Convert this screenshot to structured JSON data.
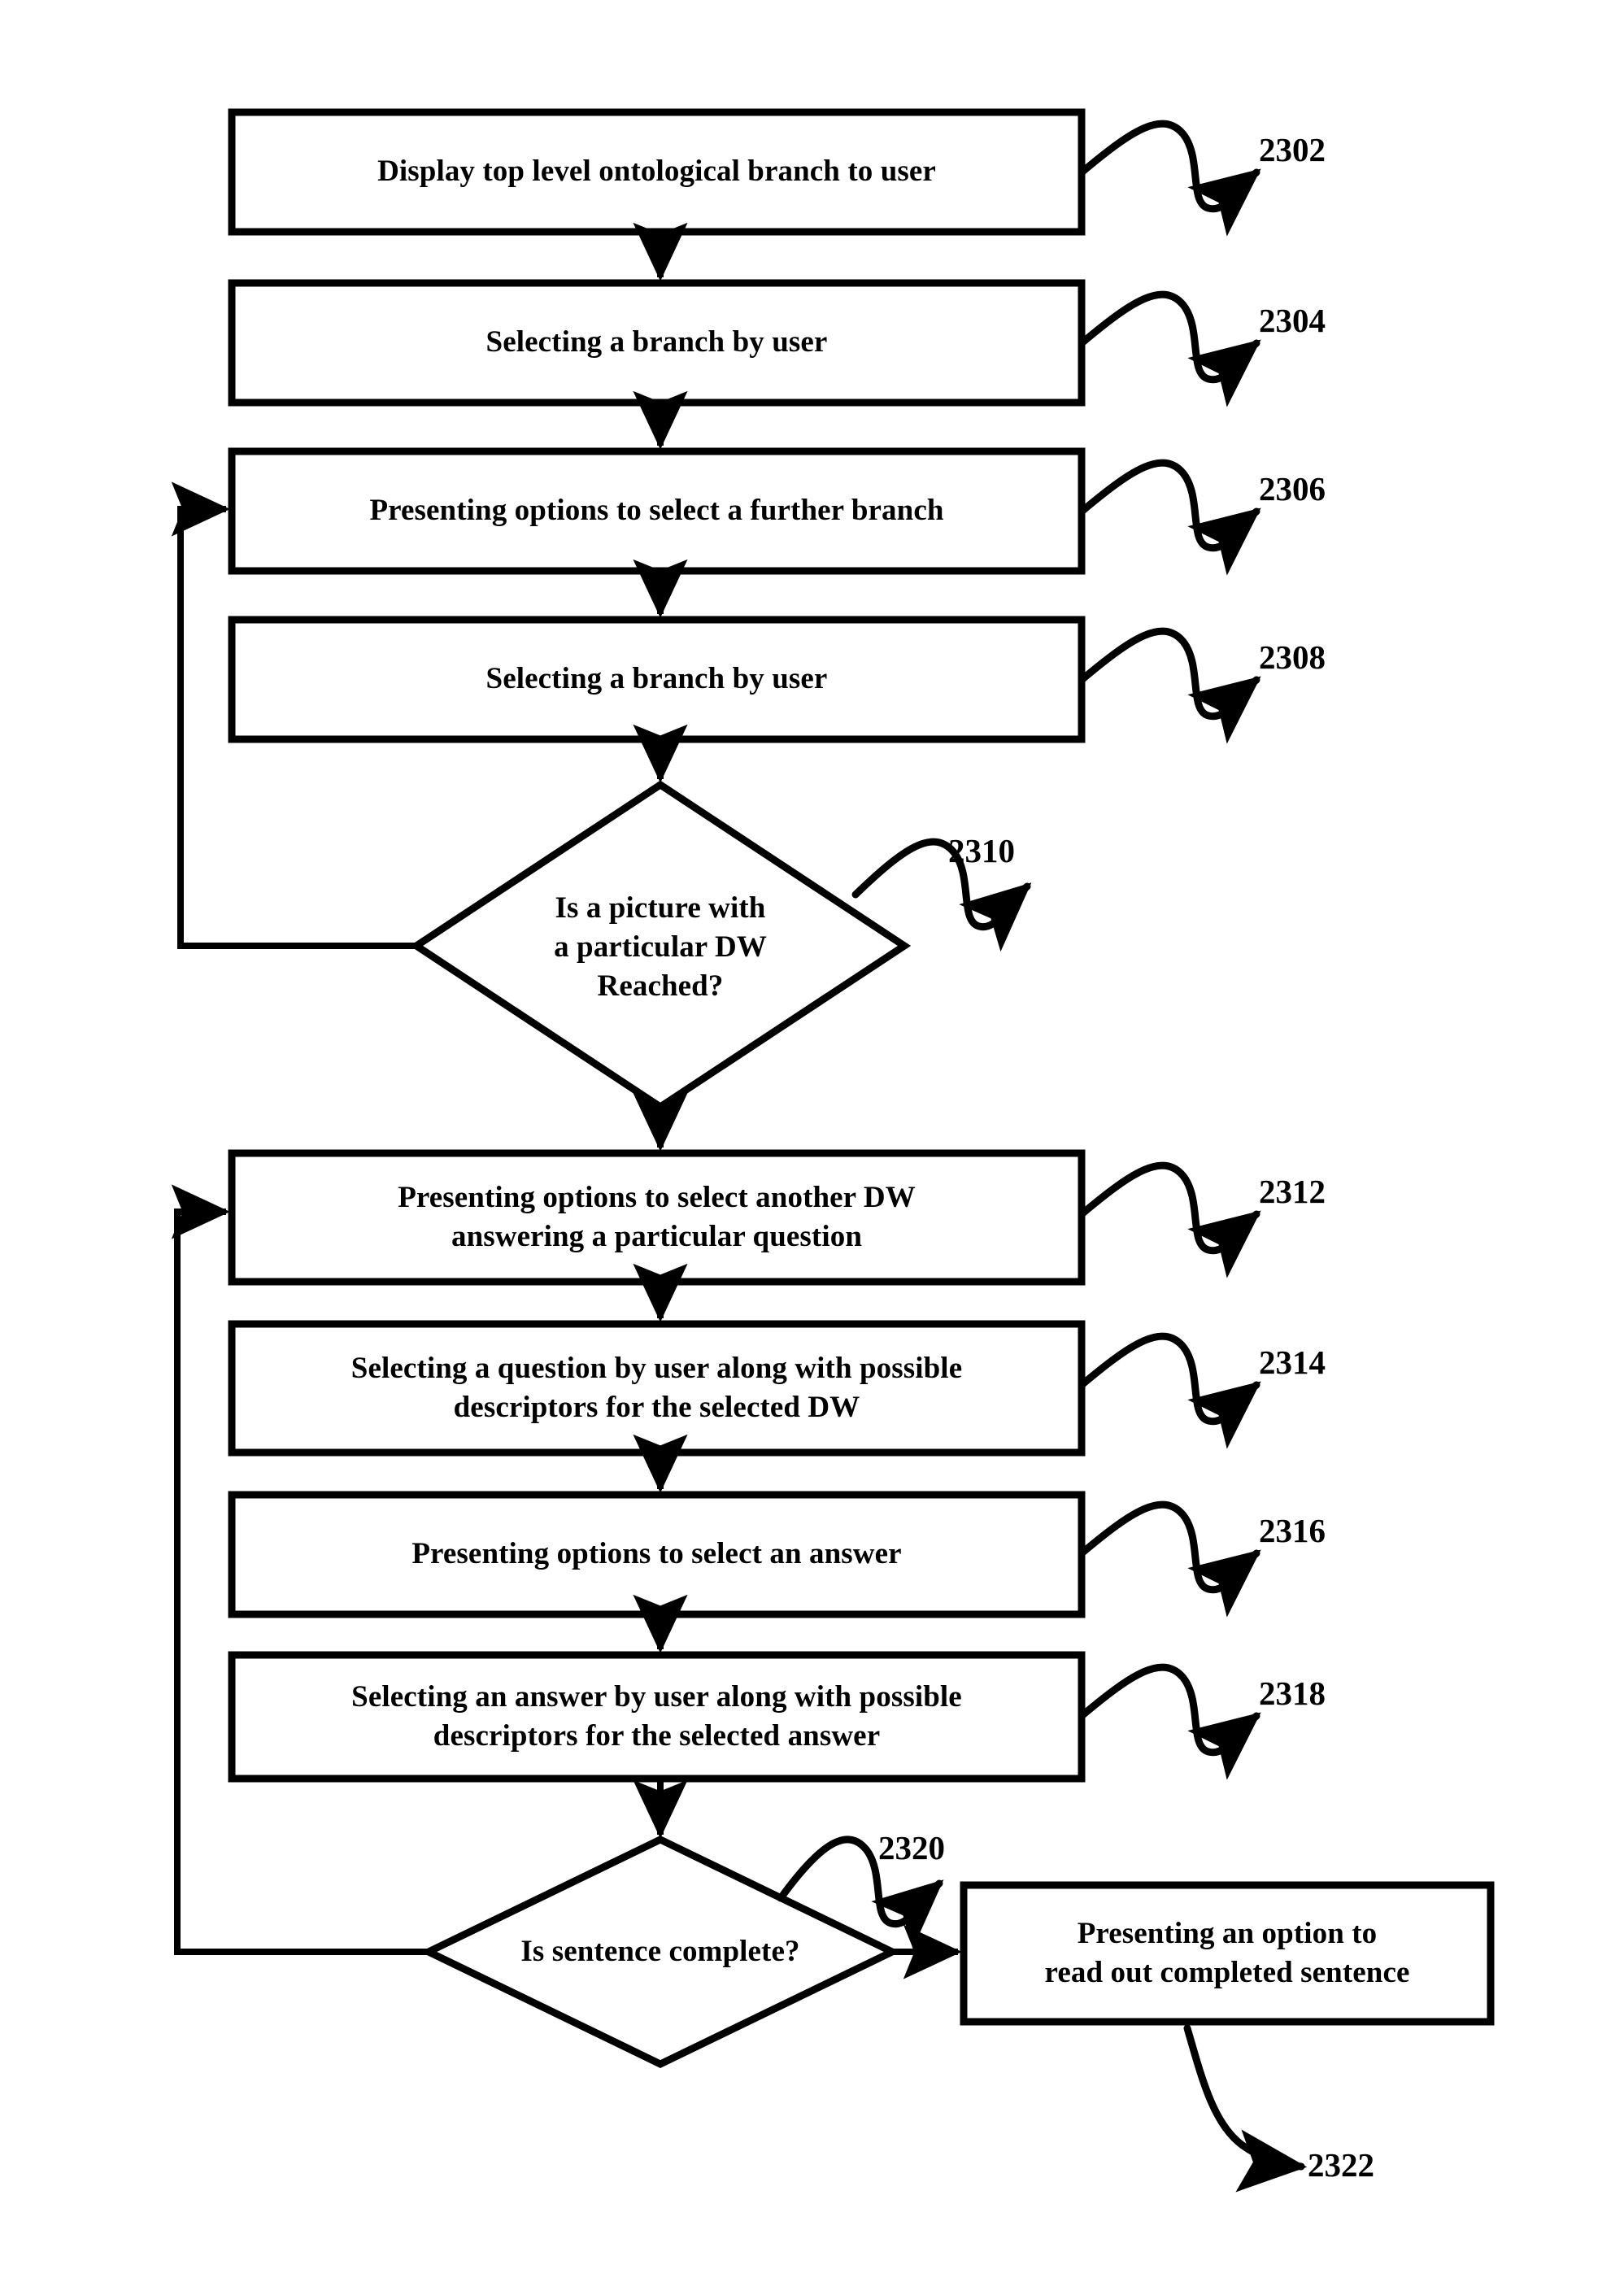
{
  "figure": {
    "type": "patent-flowchart",
    "background_color": "#ffffff",
    "stroke_color": "#000000"
  },
  "nodes": [
    {
      "id": "n2302",
      "shape": "process-box",
      "label": "Display top level ontological branch to user",
      "ref": "2302"
    },
    {
      "id": "n2304",
      "shape": "process-box",
      "label": "Selecting a branch by user",
      "ref": "2304"
    },
    {
      "id": "n2306",
      "shape": "process-box",
      "label": "Presenting options to select a further branch",
      "ref": "2306"
    },
    {
      "id": "n2308",
      "shape": "process-box",
      "label": "Selecting a branch by user",
      "ref": "2308"
    },
    {
      "id": "n2310",
      "shape": "decision-diamond",
      "label": "Is a picture with\na particular DW\nReached?",
      "ref": "2310"
    },
    {
      "id": "n2312",
      "shape": "process-box",
      "label": "Presenting options to select another DW\nanswering a particular question",
      "ref": "2312"
    },
    {
      "id": "n2314",
      "shape": "process-box",
      "label": "Selecting a question by user along with possible\ndescriptors for the selected DW",
      "ref": "2314"
    },
    {
      "id": "n2316",
      "shape": "process-box",
      "label": "Presenting options to select an answer",
      "ref": "2316"
    },
    {
      "id": "n2318",
      "shape": "process-box",
      "label": "Selecting an answer by user along with possible\ndescriptors for the selected answer",
      "ref": "2318"
    },
    {
      "id": "n2320",
      "shape": "decision-diamond",
      "label": "Is sentence complete?",
      "ref": "2320"
    },
    {
      "id": "n2322",
      "shape": "process-box",
      "label": "Presenting an option to\nread out completed sentence",
      "ref": "2322"
    }
  ],
  "reference_numerals": [
    "2302",
    "2304",
    "2306",
    "2308",
    "2310",
    "2312",
    "2314",
    "2316",
    "2318",
    "2320",
    "2322"
  ],
  "connections": [
    {
      "from": "n2302",
      "to": "n2304",
      "kind": "arrow-down"
    },
    {
      "from": "n2304",
      "to": "n2306",
      "kind": "arrow-down"
    },
    {
      "from": "n2306",
      "to": "n2308",
      "kind": "arrow-down"
    },
    {
      "from": "n2308",
      "to": "n2310",
      "kind": "arrow-down"
    },
    {
      "from": "n2310",
      "to": "n2306",
      "kind": "feedback-loop-left"
    },
    {
      "from": "n2310",
      "to": "n2312",
      "kind": "arrow-down"
    },
    {
      "from": "n2312",
      "to": "n2314",
      "kind": "arrow-down"
    },
    {
      "from": "n2314",
      "to": "n2316",
      "kind": "arrow-down"
    },
    {
      "from": "n2316",
      "to": "n2318",
      "kind": "arrow-down"
    },
    {
      "from": "n2318",
      "to": "n2320",
      "kind": "arrow-down"
    },
    {
      "from": "n2320",
      "to": "n2312",
      "kind": "feedback-loop-left"
    },
    {
      "from": "n2320",
      "to": "n2322",
      "kind": "arrow-right"
    }
  ]
}
